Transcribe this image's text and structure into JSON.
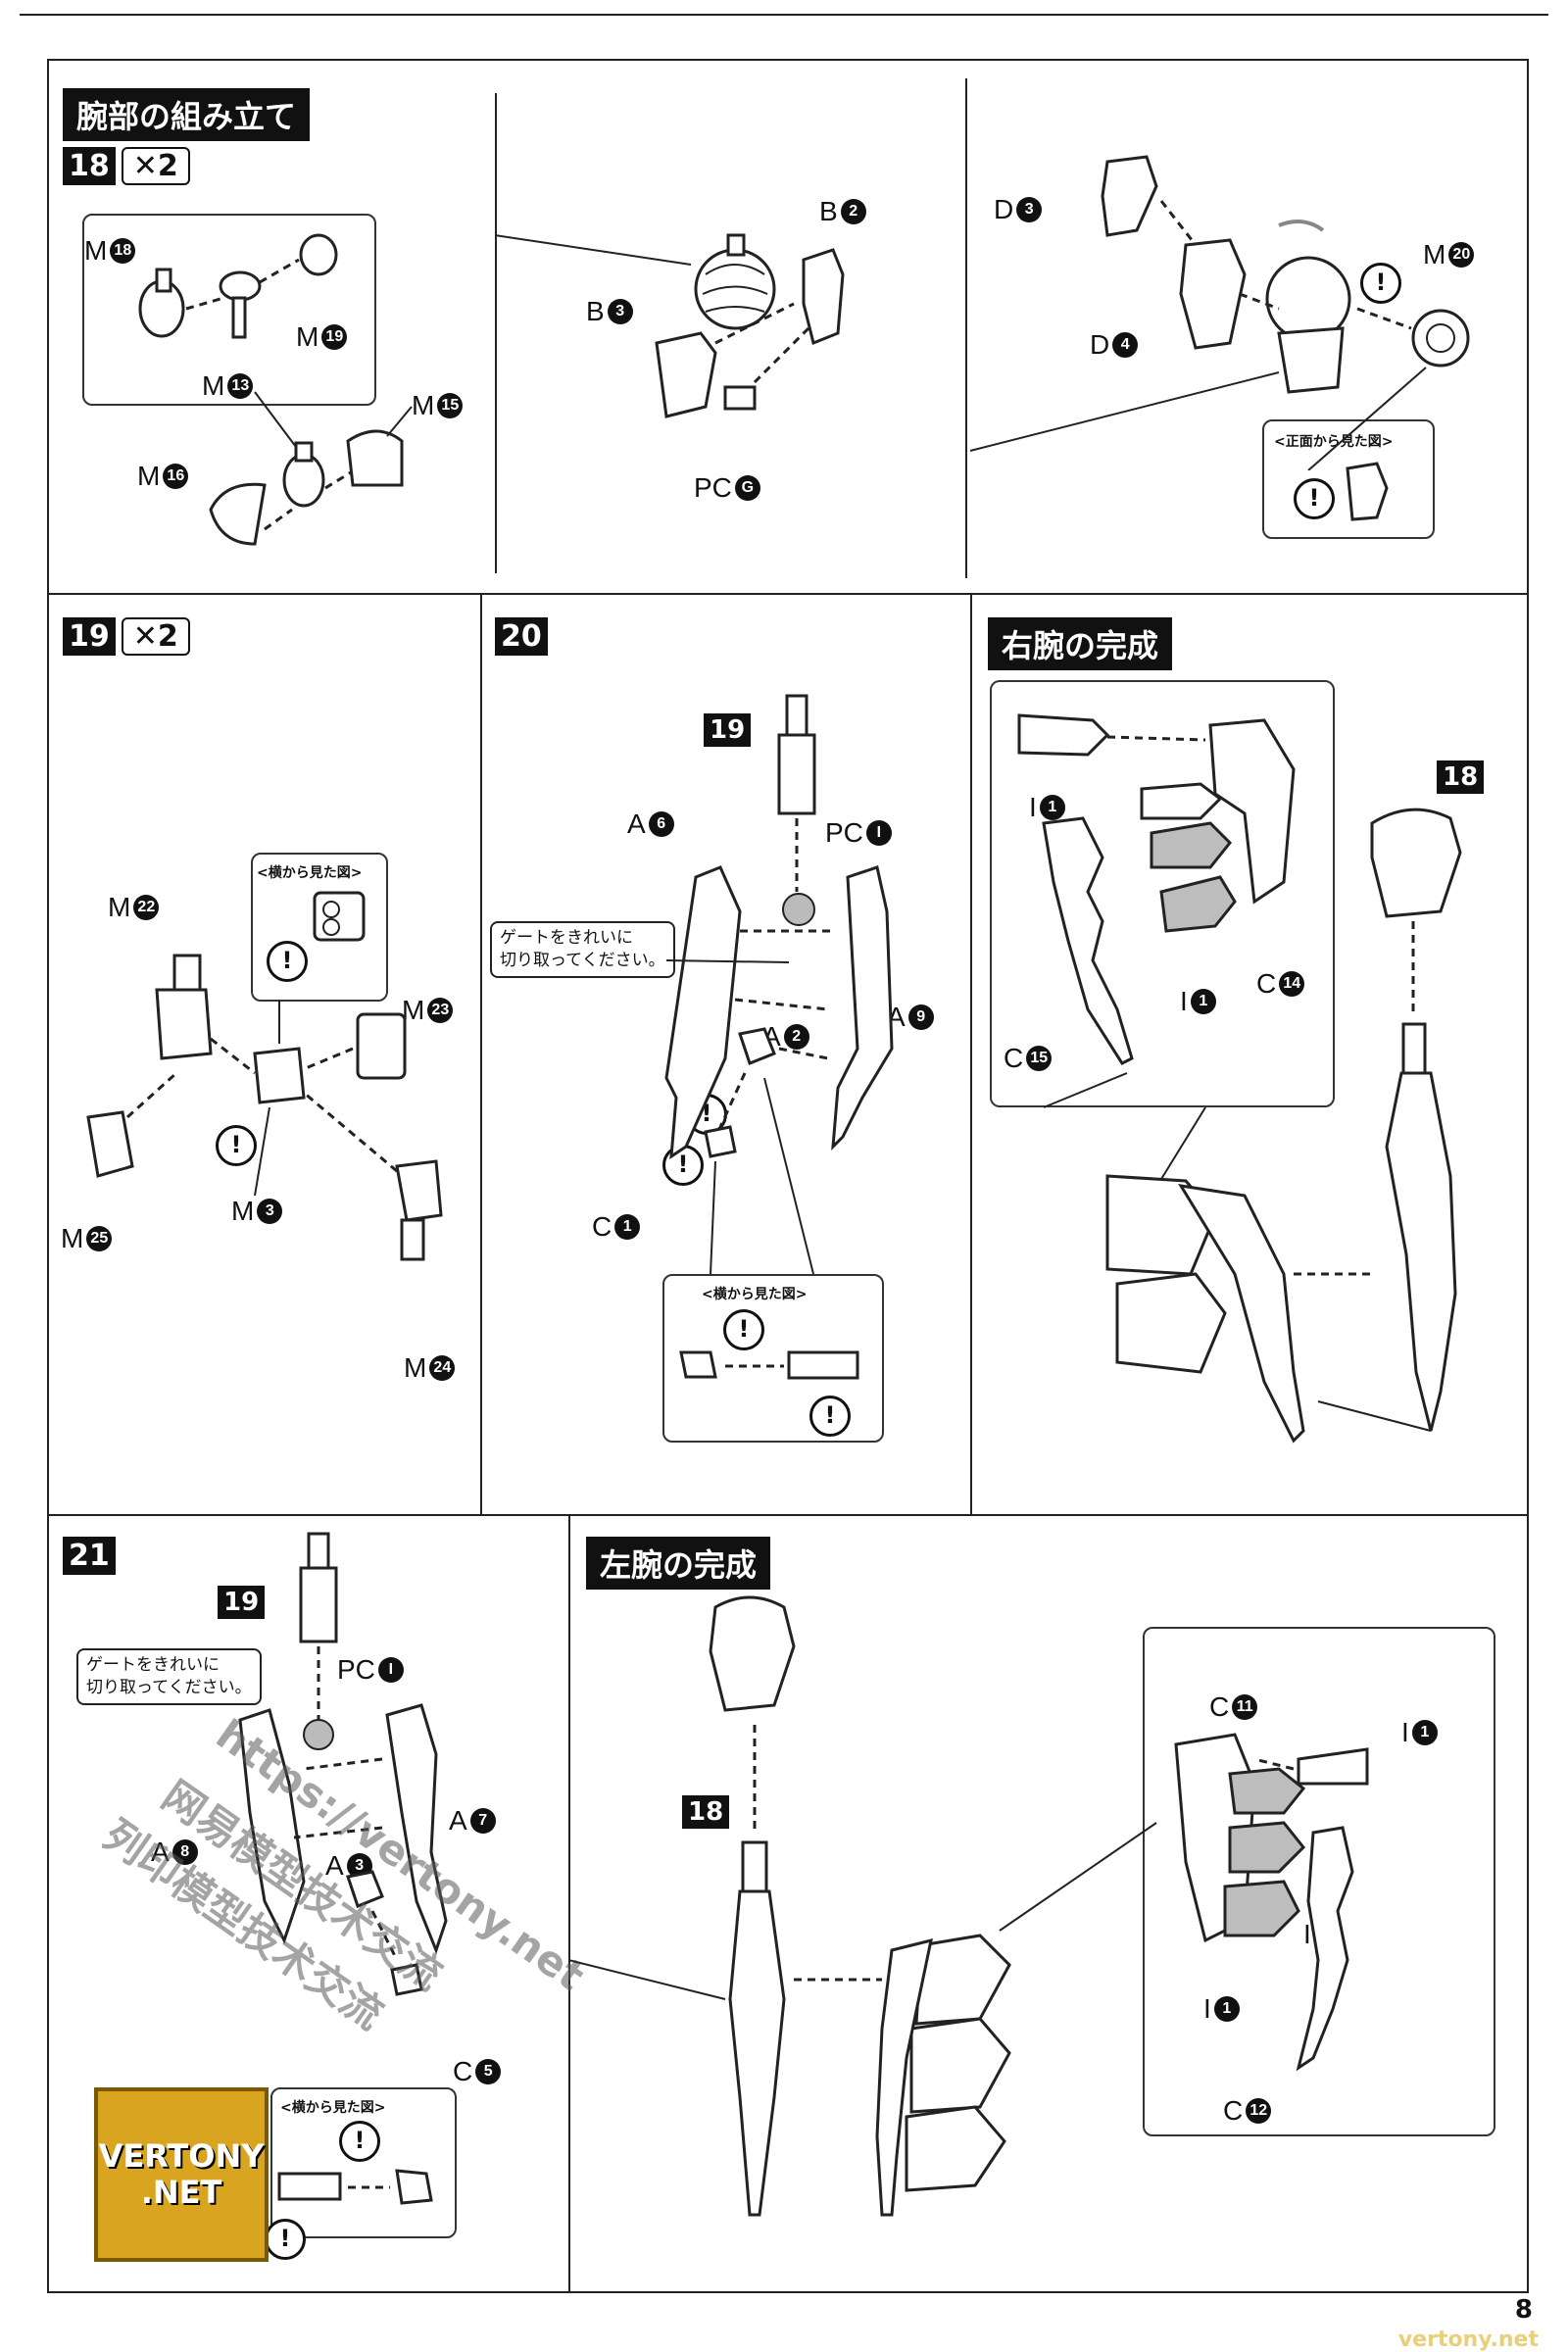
{
  "page": {
    "number": "8",
    "site": "vertony.net"
  },
  "titles": {
    "arm_assembly": "腕部の組み立て",
    "right_arm_complete": "右腕の完成",
    "left_arm_complete": "左腕の完成"
  },
  "steps": {
    "s18": {
      "num": "18",
      "mult": "✕2"
    },
    "s19": {
      "num": "19",
      "mult": "✕2"
    },
    "s20": {
      "num": "20"
    },
    "s21": {
      "num": "21"
    }
  },
  "refs": {
    "r19a": "19",
    "r18a": "18",
    "r19b": "19",
    "r18b": "18"
  },
  "captions": {
    "front_view": "<正面から見た図>",
    "side_view": "<横から見た図>",
    "gate_note_line1": "ゲートをきれいに",
    "gate_note_line2": "切り取ってください。"
  },
  "warn_symbol": "!",
  "labels": {
    "p1": [
      {
        "pre": "M",
        "n": "18"
      },
      {
        "pre": "M",
        "n": "19"
      },
      {
        "pre": "M",
        "n": "13"
      },
      {
        "pre": "M",
        "n": "15"
      },
      {
        "pre": "M",
        "n": "16"
      }
    ],
    "p2": [
      {
        "pre": "B",
        "n": "2"
      },
      {
        "pre": "B",
        "n": "3"
      },
      {
        "pre": "PC",
        "n": "G"
      }
    ],
    "p3": [
      {
        "pre": "D",
        "n": "3"
      },
      {
        "pre": "D",
        "n": "4"
      },
      {
        "pre": "M",
        "n": "20"
      }
    ],
    "p4": [
      {
        "pre": "M",
        "n": "22"
      },
      {
        "pre": "M",
        "n": "23"
      },
      {
        "pre": "M",
        "n": "25"
      },
      {
        "pre": "M",
        "n": "3"
      },
      {
        "pre": "M",
        "n": "24"
      }
    ],
    "p5": [
      {
        "pre": "A",
        "n": "6"
      },
      {
        "pre": "PC",
        "n": "I"
      },
      {
        "pre": "A",
        "n": "9"
      },
      {
        "pre": "A",
        "n": "2"
      },
      {
        "pre": "C",
        "n": "1"
      }
    ],
    "p6": [
      {
        "pre": "I",
        "n": "1"
      },
      {
        "pre": "I",
        "n": "1"
      },
      {
        "pre": "C",
        "n": "14"
      },
      {
        "pre": "C",
        "n": "15"
      }
    ],
    "p7": [
      {
        "pre": "PC",
        "n": "I"
      },
      {
        "pre": "A",
        "n": "8"
      },
      {
        "pre": "A",
        "n": "7"
      },
      {
        "pre": "A",
        "n": "3"
      },
      {
        "pre": "C",
        "n": "5"
      }
    ],
    "p8": [
      {
        "pre": "C",
        "n": "11"
      },
      {
        "pre": "I",
        "n": "1"
      },
      {
        "pre": "I",
        "n": "1"
      },
      {
        "pre": "I",
        "n": "1"
      },
      {
        "pre": "C",
        "n": "12"
      }
    ]
  },
  "logo": {
    "line1": "VERTONY",
    "line2": ".NET"
  },
  "watermarks": [
    "https://vertony.net",
    "网易模型技术交流",
    "列印模型技术交流"
  ]
}
